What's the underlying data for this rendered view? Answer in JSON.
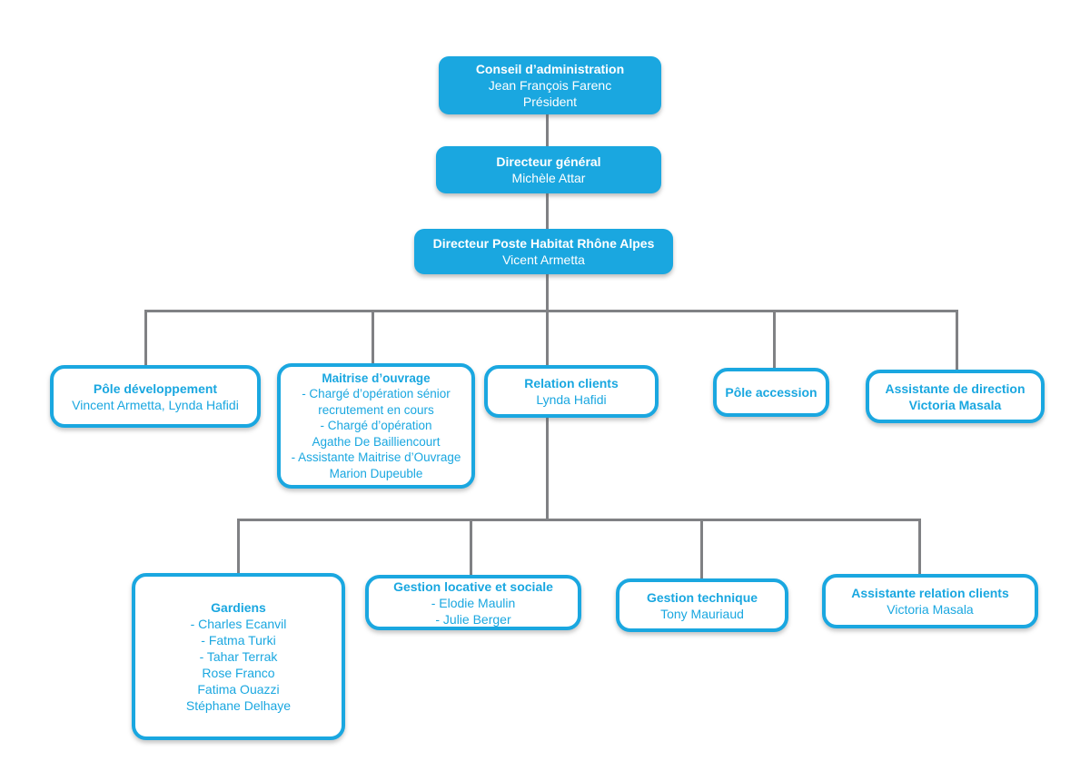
{
  "colors": {
    "brand_blue": "#1aa7e0",
    "connector_gray": "#808184",
    "node_text_white": "#ffffff",
    "page_bg": "#ffffff"
  },
  "chart_data": {
    "type": "org-chart",
    "title": "",
    "hierarchy": "Conseil d’administration > Directeur général > Directeur Poste Habitat Rhône Alpes > [Pôle développement, Maitrise d’ouvrage, Relation clients, Pôle accession, Assistante de direction]; Relation clients > [Gardiens, Gestion locative et sociale, Gestion technique, Assistante relation clients]"
  },
  "nodes": {
    "conseil": {
      "title": "Conseil d’administration",
      "line1": "Jean François Farenc",
      "line2": "Président"
    },
    "dg": {
      "title": "Directeur général",
      "line1": "Michèle Attar"
    },
    "dra": {
      "title": "Directeur Poste Habitat Rhône Alpes",
      "line1": "Vicent Armetta"
    },
    "pole_dev": {
      "title": "Pôle développement",
      "line1": "Vincent Armetta, Lynda Hafidi"
    },
    "maitrise": {
      "title": "Maitrise d’ouvrage",
      "lines": [
        "- Chargé d’opération sénior",
        "recrutement en cours",
        "- Chargé d’opération",
        "Agathe De Bailliencourt",
        "- Assistante Maitrise d’Ouvrage",
        "Marion Dupeuble"
      ]
    },
    "relation": {
      "title": "Relation clients",
      "line1": "Lynda Hafidi"
    },
    "pole_acc": {
      "title": "Pôle accession"
    },
    "assist_dir": {
      "title": "Assistante de direction",
      "line1": "Victoria Masala"
    },
    "gardiens": {
      "title": "Gardiens",
      "lines": [
        "- Charles Ecanvil",
        "- Fatma Turki",
        "- Tahar Terrak",
        "Rose Franco",
        "Fatima Ouazzi",
        "Stéphane Delhaye"
      ]
    },
    "gestion_loc": {
      "title": "Gestion locative et sociale",
      "lines": [
        "- Elodie Maulin",
        "- Julie Berger"
      ]
    },
    "gestion_tech": {
      "title": "Gestion technique",
      "line1": "Tony Mauriaud"
    },
    "assist_rel": {
      "title": "Assistante relation clients",
      "line1": "Victoria Masala"
    }
  }
}
